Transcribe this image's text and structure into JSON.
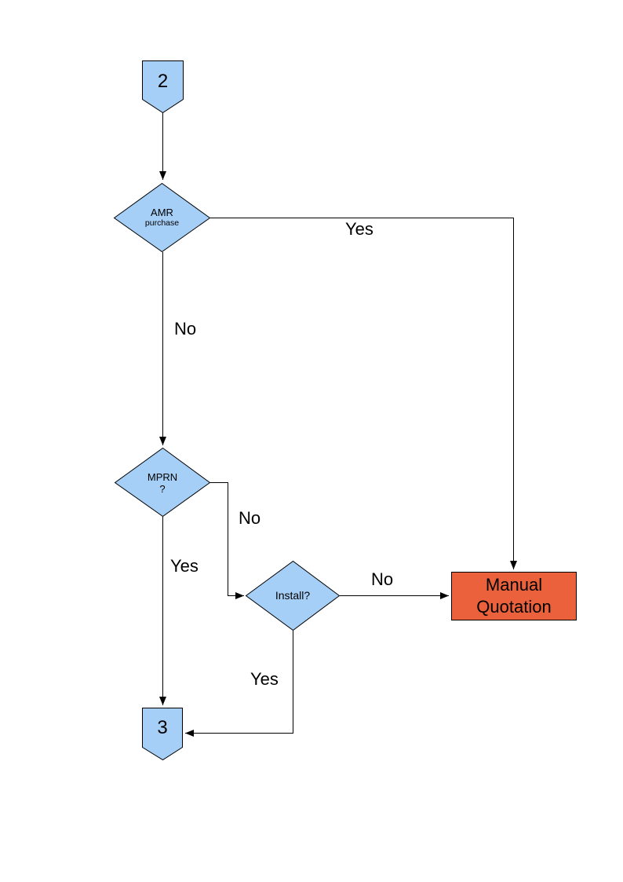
{
  "diagram": {
    "type": "flowchart",
    "nodes": {
      "connector2": {
        "type": "off-page-connector",
        "label": "2"
      },
      "amr": {
        "type": "decision",
        "line1": "AMR",
        "line2": "purchase"
      },
      "mprn": {
        "type": "decision",
        "line1": "MPRN",
        "line2": "?"
      },
      "install": {
        "type": "decision",
        "label": "Install?"
      },
      "manualQuotation": {
        "type": "process",
        "line1": "Manual",
        "line2": "Quotation"
      },
      "connector3": {
        "type": "off-page-connector",
        "label": "3"
      }
    },
    "edges": {
      "start_to_amr": {
        "from": "2",
        "to": "AMR purchase",
        "label": ""
      },
      "amr_yes": {
        "from": "AMR purchase",
        "to": "Manual Quotation",
        "label": "Yes"
      },
      "amr_no": {
        "from": "AMR purchase",
        "to": "MPRN ?",
        "label": "No"
      },
      "mprn_no": {
        "from": "MPRN ?",
        "to": "Install?",
        "label": "No"
      },
      "mprn_yes": {
        "from": "MPRN ?",
        "to": "3",
        "label": "Yes"
      },
      "install_no": {
        "from": "Install?",
        "to": "Manual Quotation",
        "label": "No"
      },
      "install_yes": {
        "from": "Install?",
        "to": "3",
        "label": "Yes"
      }
    },
    "colors": {
      "decision_fill": "#A6CFF7",
      "process_fill": "#EA613C",
      "stroke": "#000000",
      "text": "#000000",
      "background": "#FFFFFF"
    }
  }
}
